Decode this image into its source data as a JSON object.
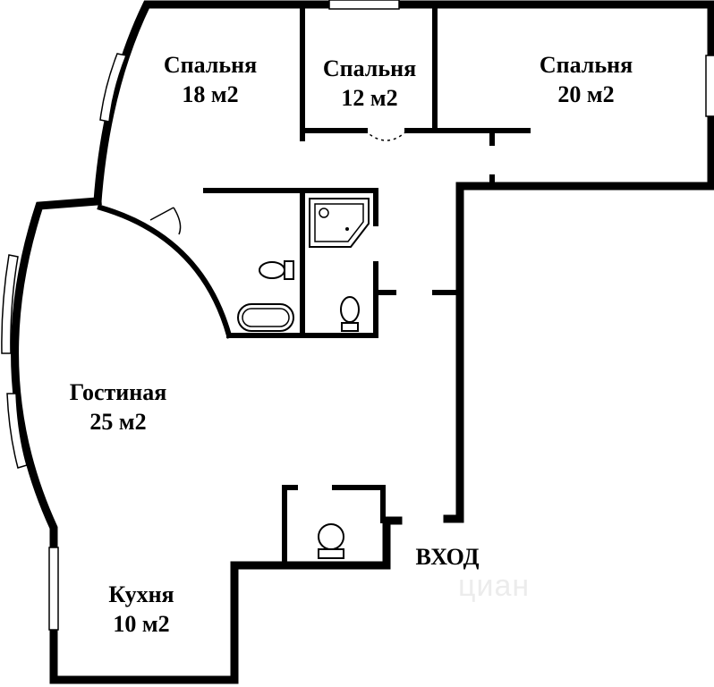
{
  "rooms": {
    "bedroom_left": {
      "name": "Спальня",
      "area": "18 м2"
    },
    "bedroom_middle": {
      "name": "Спальня",
      "area": "12 м2"
    },
    "bedroom_right": {
      "name": "Спальня",
      "area": "20 м2"
    },
    "living": {
      "name": "Гостиная",
      "area": "25 м2"
    },
    "kitchen": {
      "name": "Кухня",
      "area": "10 м2"
    }
  },
  "entrance": "ВХОД",
  "watermark": "циан",
  "colors": {
    "walls": "#000000",
    "background": "#ffffff",
    "watermark": "#ececec"
  }
}
